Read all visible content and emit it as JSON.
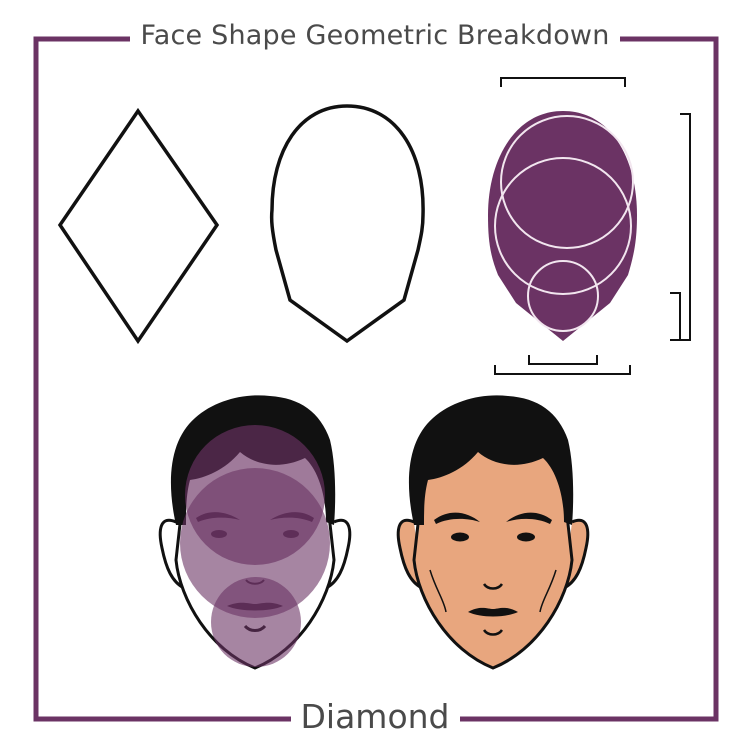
{
  "title": "Face Shape Geometric Breakdown",
  "caption": "Diamond",
  "colors": {
    "frame": "#6b3364",
    "accent": "#6b3364",
    "outline": "#111111",
    "skin": "#e8a67e",
    "hair": "#111111",
    "text": "#4a4a4a"
  },
  "figures": [
    {
      "name": "diamond-outline",
      "description": "geometric rhombus"
    },
    {
      "name": "face-outline",
      "description": "diamond face silhouette"
    },
    {
      "name": "circle-breakdown",
      "description": "face silhouette with overlapping circles and measurement brackets"
    },
    {
      "name": "face-with-circles",
      "description": "male face with translucent circle overlay"
    },
    {
      "name": "face-plain",
      "description": "male face illustration"
    }
  ]
}
